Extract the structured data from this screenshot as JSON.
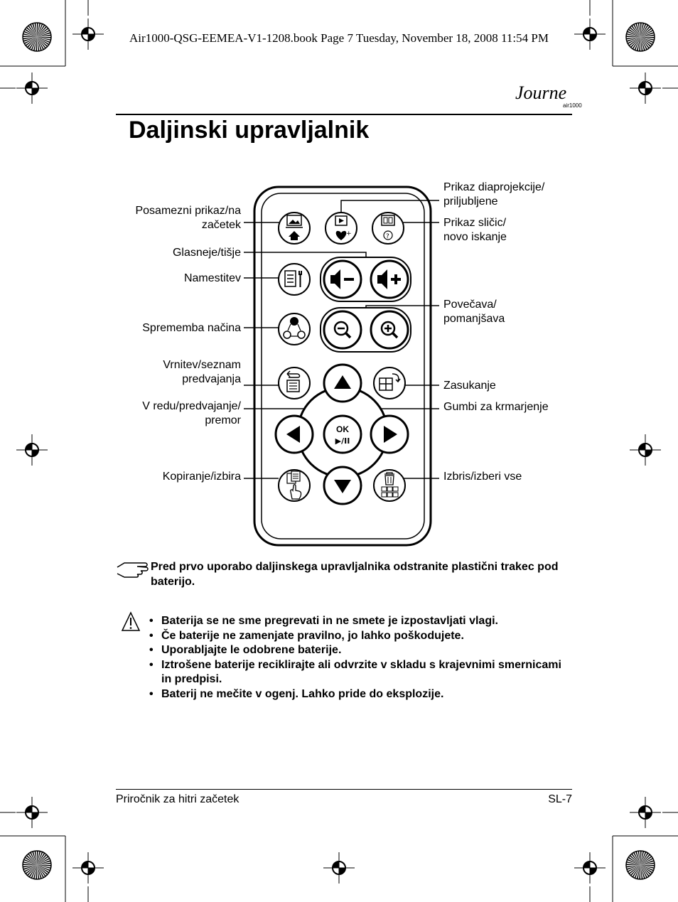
{
  "header": {
    "book_line": "Air1000-QSG-EEMEA-V1-1208.book  Page 7  Tuesday, November 18, 2008  11:54 PM"
  },
  "brand": {
    "logo_text": "Journe",
    "sub_text": "air1000"
  },
  "title": "Daljinski upravljalnik",
  "labels_left": [
    {
      "id": "single-view",
      "lines": [
        "Posamezni prikaz/na",
        "začetek"
      ]
    },
    {
      "id": "volume",
      "lines": [
        "Glasneje/tišje"
      ]
    },
    {
      "id": "settings",
      "lines": [
        "Namestitev"
      ]
    },
    {
      "id": "mode",
      "lines": [
        "Sprememba načina"
      ]
    },
    {
      "id": "back",
      "lines": [
        "Vrnitev/seznam",
        "predvajanja"
      ]
    },
    {
      "id": "ok",
      "lines": [
        "V redu/predvajanje/",
        "premor"
      ]
    },
    {
      "id": "copy",
      "lines": [
        "Kopiranje/izbira"
      ]
    }
  ],
  "labels_right": [
    {
      "id": "slideshow",
      "lines": [
        "Prikaz diaprojekcije/",
        "priljubljene"
      ]
    },
    {
      "id": "thumbnail",
      "lines": [
        "Prikaz sličic/",
        "novo iskanje"
      ]
    },
    {
      "id": "zoom",
      "lines": [
        "Povečava/",
        "pomanjšava"
      ]
    },
    {
      "id": "rotate",
      "lines": [
        "Zasukanje"
      ]
    },
    {
      "id": "nav",
      "lines": [
        "Gumbi za krmarjenje"
      ]
    },
    {
      "id": "delete",
      "lines": [
        "Izbris/izberi vse"
      ]
    }
  ],
  "remote": {
    "ok_text": "OK",
    "play_pause_text": "▶/II"
  },
  "note": "Pred prvo uporabo daljinskega upravljalnika odstranite plastični trakec pod baterijo.",
  "warnings": [
    "Baterija se ne sme pregrevati in ne smete je izpostavljati vlagi.",
    "Če baterije ne zamenjate pravilno, jo lahko poškodujete.",
    "Uporabljajte le odobrene baterije.",
    "Iztrošene baterije reciklirajte ali odvrzite v skladu s krajevnimi smernicami in predpisi.",
    "Baterij ne mečite v ogenj. Lahko pride do eksplozije."
  ],
  "footer": {
    "left": "Priročnik za hitri začetek",
    "right": "SL-7"
  }
}
